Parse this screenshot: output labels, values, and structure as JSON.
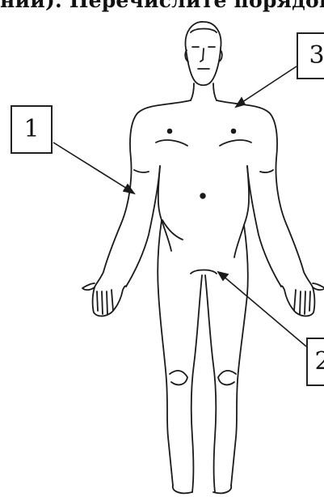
{
  "header": {
    "text": "ний). Перечислите порядок"
  },
  "callouts": [
    {
      "id": "1",
      "label": "1"
    },
    {
      "id": "2",
      "label": "2"
    },
    {
      "id": "3",
      "label": "3"
    }
  ],
  "colors": {
    "line": "#1a1a1a",
    "background": "#ffffff"
  }
}
